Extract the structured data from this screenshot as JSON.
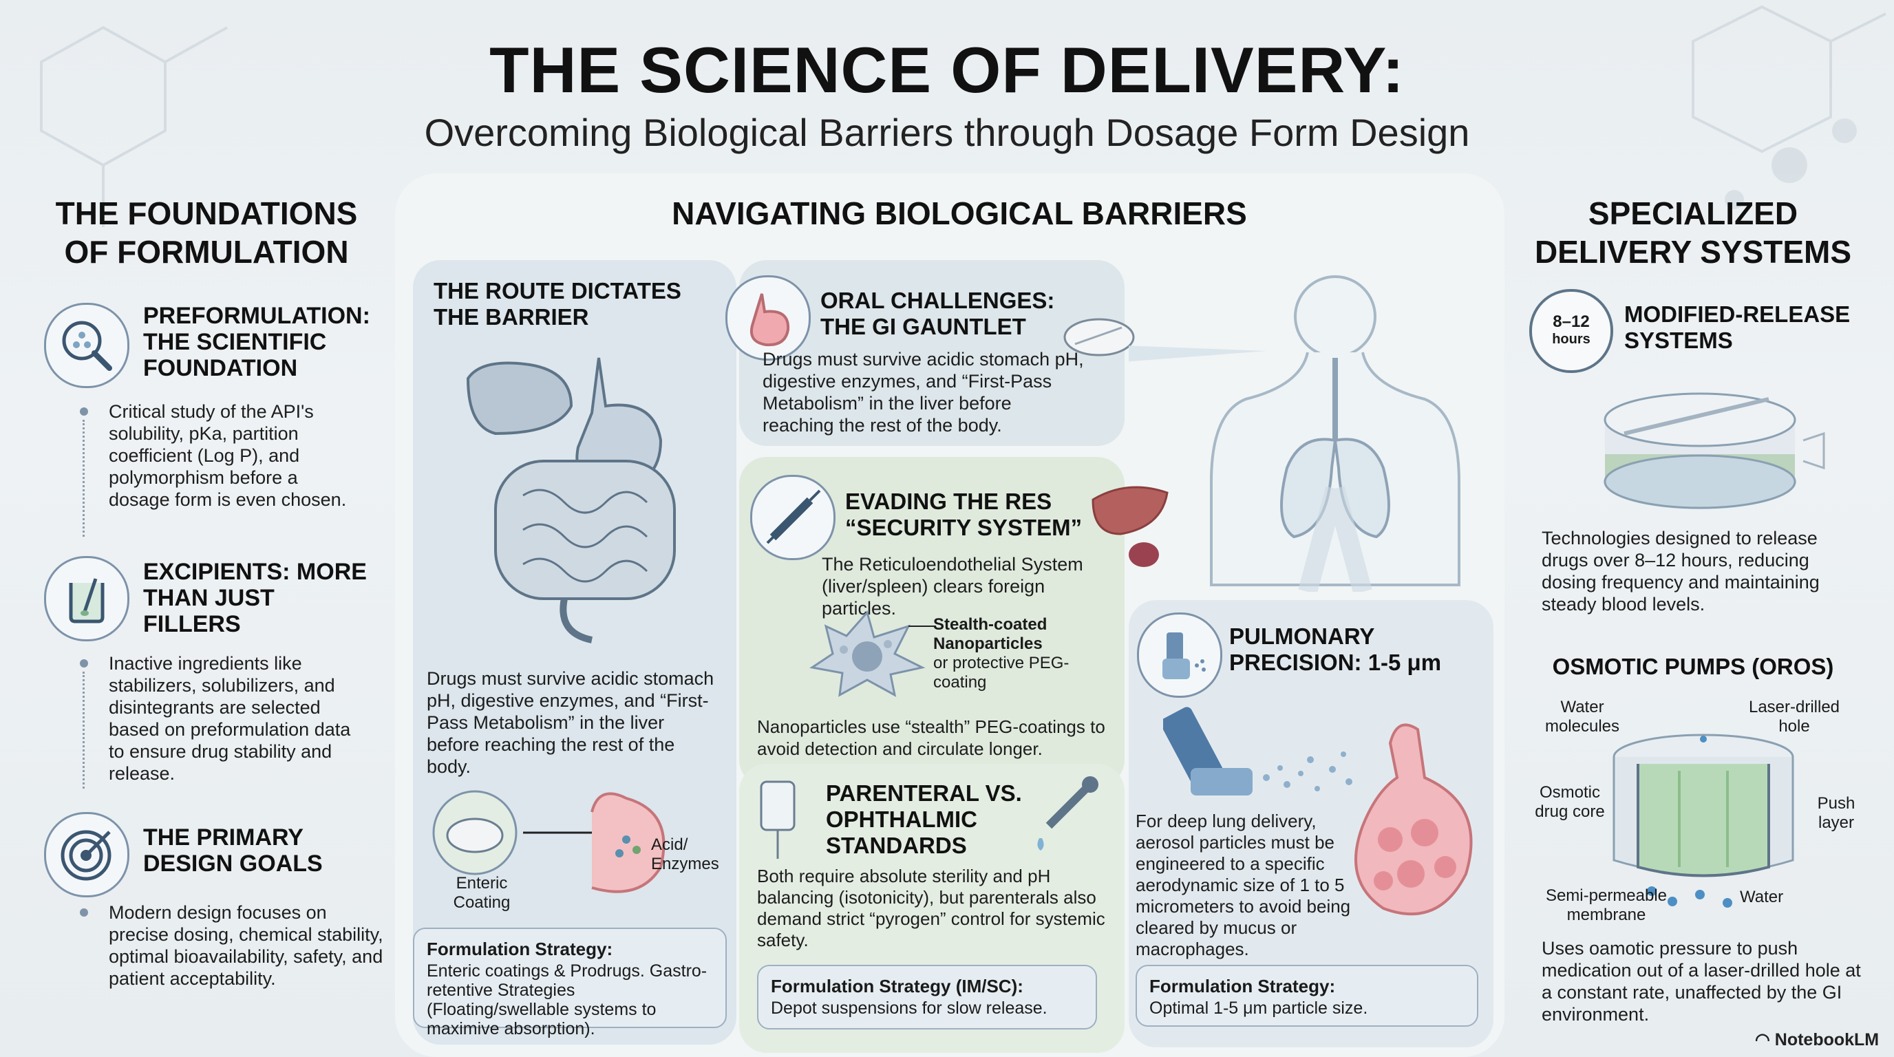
{
  "header": {
    "title": "THE SCIENCE OF DELIVERY:",
    "subtitle": "Overcoming Biological Barriers through Dosage Form Design"
  },
  "left": {
    "heading_line1": "THE FOUNDATIONS",
    "heading_line2": "OF FORMULATION",
    "items": [
      {
        "title": "PREFORMULATION: THE SCIENTIFIC FOUNDATION",
        "text": "Critical study of the API's solubility, pKa, partition coefficient (Log P), and polymorphism before a dosage form is even chosen."
      },
      {
        "title": "EXCIPIENTS: MORE THAN JUST FILLERS",
        "text": "Inactive ingredients like stabilizers, solubilizers, and disintegrants are selected based on preformulation data to ensure drug stability and release."
      },
      {
        "title": "THE PRIMARY DESIGN GOALS",
        "text": "Modern design focuses on precise dosing, chemical stability, optimal bioavailability, safety, and patient acceptability."
      }
    ]
  },
  "middle": {
    "heading": "NAVIGATING BIOLOGICAL BARRIERS",
    "route": {
      "title": "THE ROUTE DICTATES THE BARRIER",
      "text": "Drugs must survive acidic stomach pH, digestive enzymes, and “First-Pass Metabolism” in the liver before reaching the rest of the body.",
      "enteric_label": "Enteric Coating",
      "acid_label": "Acid/ Enzymes",
      "strategy_label": "Formulation Strategy:",
      "strategy_text": "Enteric coatings & Prodrugs. Gastro-retentive Strategies (Floating/swellable systems to maximive absorption)."
    },
    "oral": {
      "title": "ORAL CHALLENGES: THE GI GAUNTLET",
      "text": "Drugs must survive acidic stomach pH, digestive enzymes, and “First-Pass Metabolism” in the liver before reaching the rest of the body."
    },
    "res": {
      "title": "EVADING THE RES “SECURITY SYSTEM”",
      "text": "The Reticuloendothelial System (liver/spleen) clears foreign particles.",
      "callout_bold": "Stealth-coated Nanoparticles",
      "callout_rest": "or protective PEG-coating",
      "text2": "Nanoparticles use “stealth” PEG-coatings to avoid detection and circulate longer."
    },
    "parenteral": {
      "title": "PARENTERAL VS. OPHTHALMIC STANDARDS",
      "text": "Both require absolute sterility and pH balancing (isotonicity), but parenterals also demand strict “pyrogen” control for systemic safety.",
      "strategy_label": "Formulation Strategy (IM/SC):",
      "strategy_text": "Depot suspensions for slow release."
    },
    "pulmonary": {
      "title": "PULMONARY PRECISION: 1-5 μm",
      "text": "For deep lung delivery, aerosol particles must be engineered to a specific aerodynamic size of 1 to 5 micrometers to avoid being cleared by mucus or macrophages.",
      "strategy_label": "Formulation Strategy:",
      "strategy_text": "Optimal 1-5 μm particle size."
    }
  },
  "right": {
    "heading_line1": "SPECIALIZED",
    "heading_line2": "DELIVERY SYSTEMS",
    "modified": {
      "title": "MODIFIED-RELEASE SYSTEMS",
      "clock_line1": "8–12",
      "clock_line2": "hours",
      "text": "Technologies designed to release drugs over 8–12 hours, reducing dosing frequency and maintaining steady blood levels."
    },
    "oros": {
      "title": "OSMOTIC PUMPS (OROS)",
      "label_water_molecules": "Water molecules",
      "label_laser_hole": "Laser-drilled hole",
      "label_osmotic_core": "Osmotic drug core",
      "label_push_layer": "Push layer",
      "label_membrane": "Semi-permeable membrane",
      "label_water": "Water",
      "text": "Uses oamotic pressure to push medication out of a laser-drilled hole at a constant rate, unaffected by the GI environment."
    }
  },
  "footer": {
    "brand": "NotebookLM"
  }
}
